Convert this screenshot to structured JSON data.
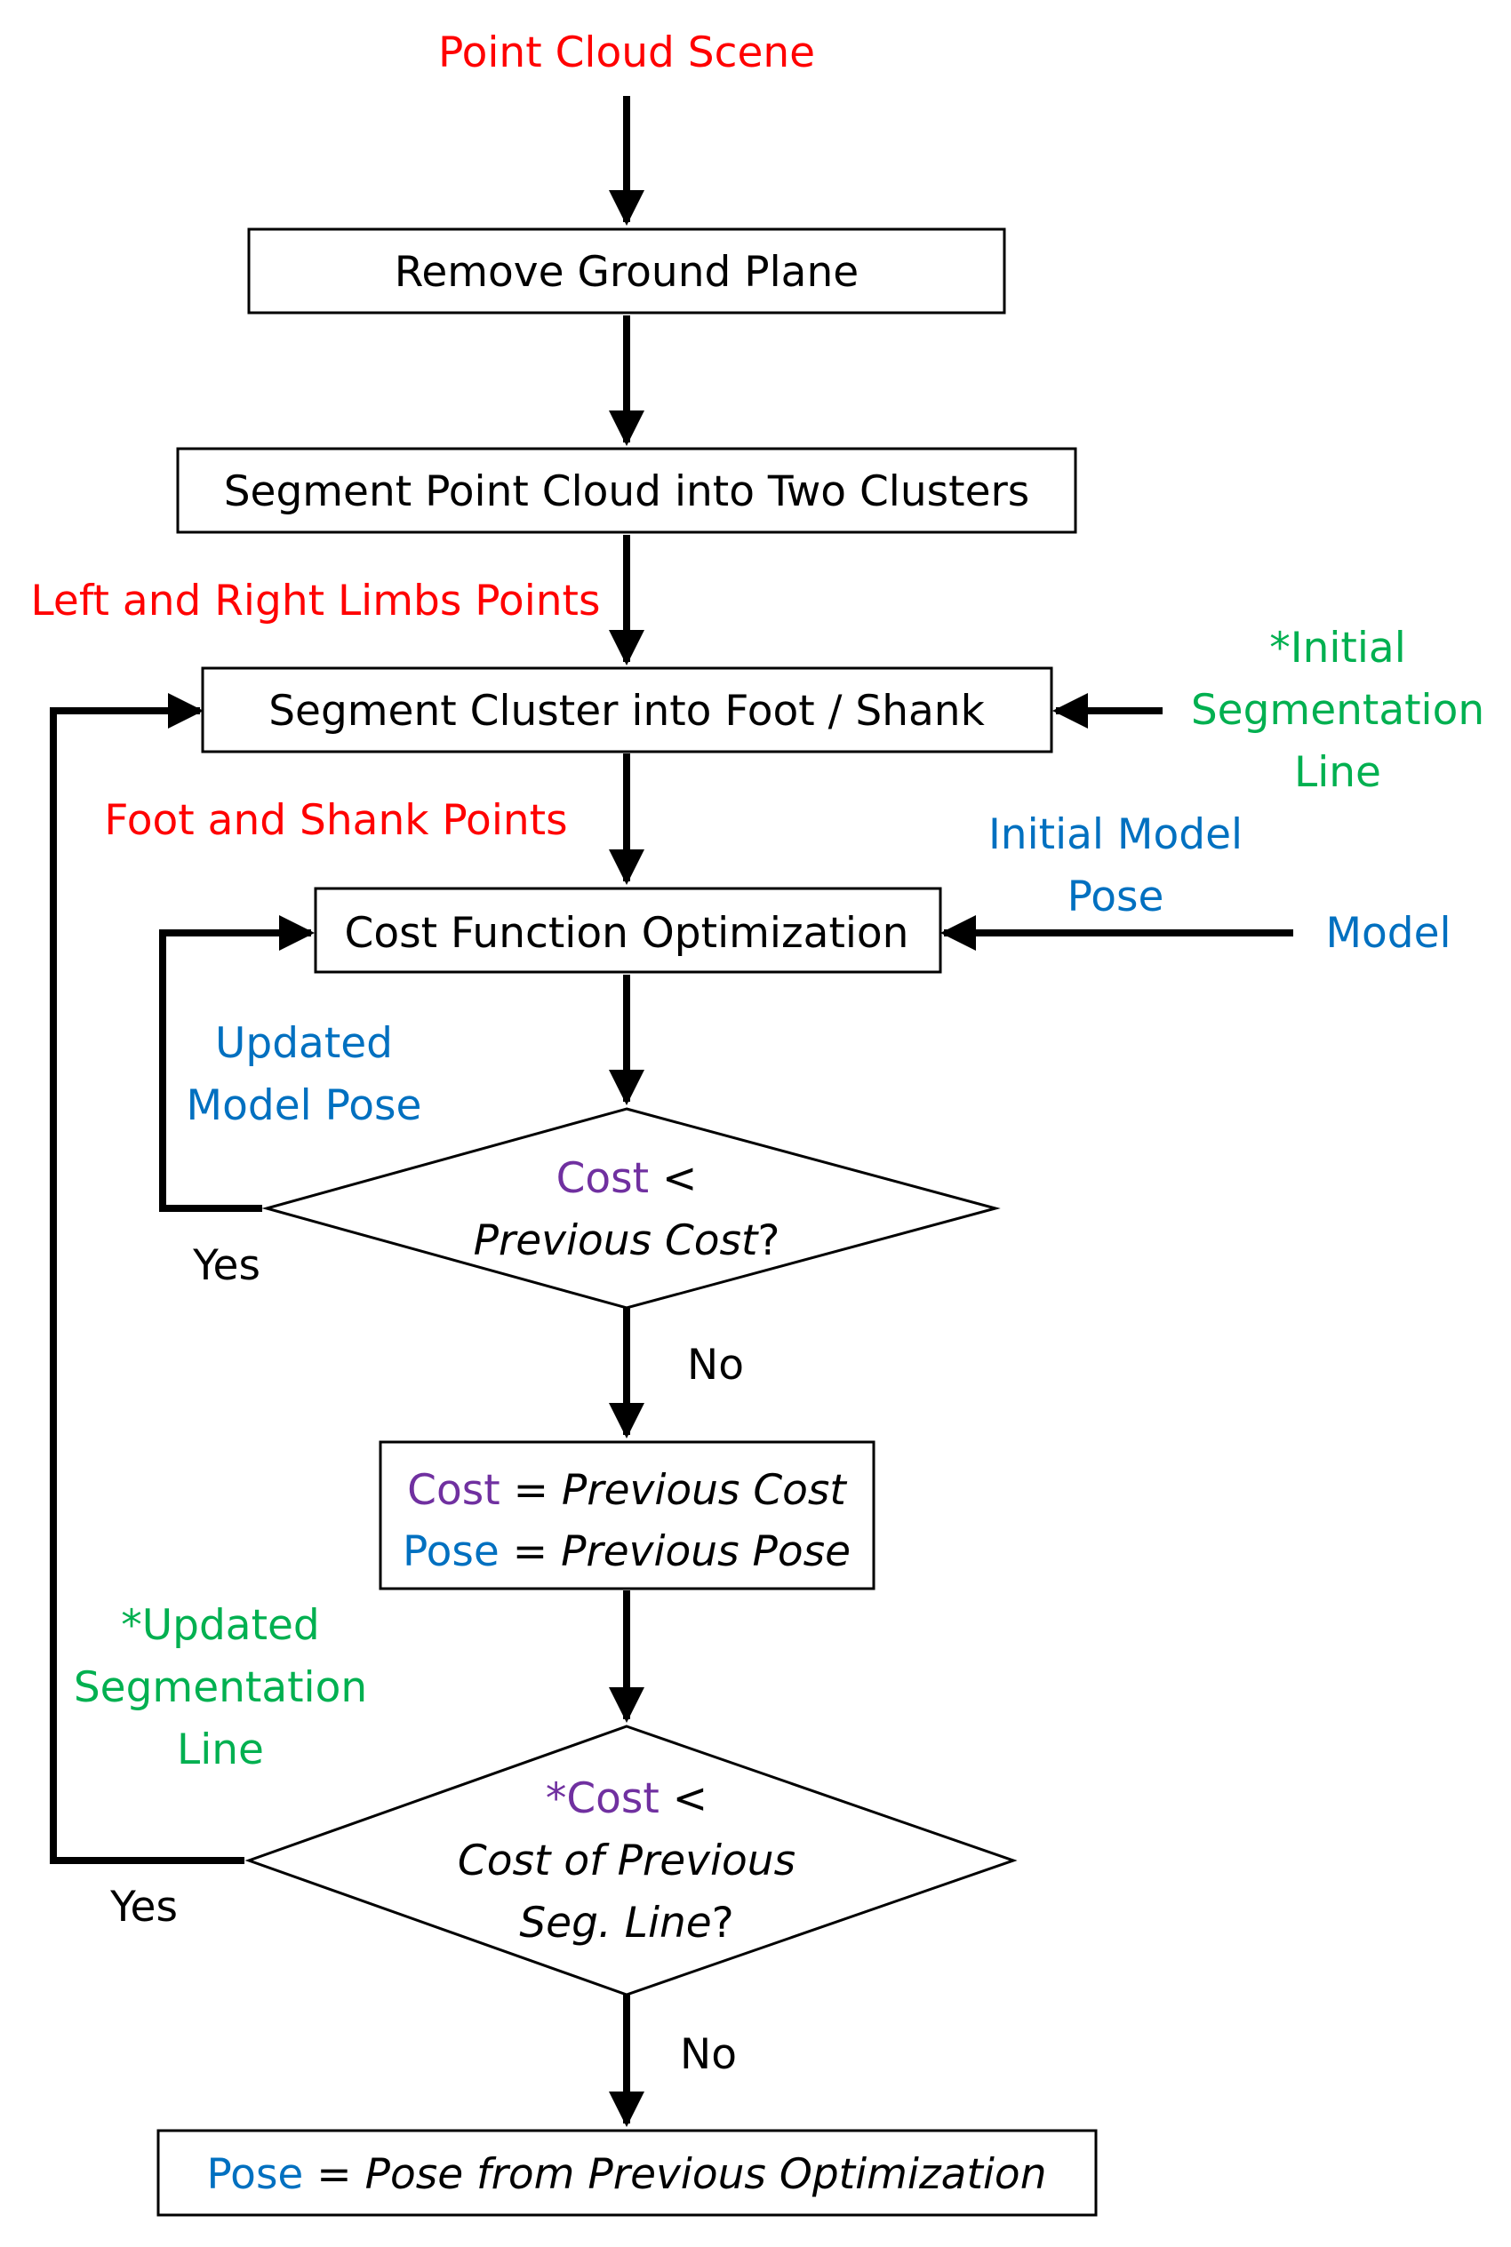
{
  "colors": {
    "red": "#ff0000",
    "green": "#00b050",
    "blue": "#0070c0",
    "purple": "#7030a0",
    "black": "#000000"
  },
  "labels": {
    "input_scene": "Point Cloud Scene",
    "limbs_points": "Left and Right Limbs Points",
    "foot_shank_points": "Foot and Shank Points",
    "initial_seg_line": [
      "*Initial",
      "Segmentation",
      "Line"
    ],
    "initial_model_pose": [
      "Initial Model",
      "Pose"
    ],
    "model": "Model",
    "updated_model_pose": [
      "Updated",
      "Model Pose"
    ],
    "updated_seg_line": [
      "*Updated",
      "Segmentation",
      "Line"
    ],
    "yes_1": "Yes",
    "no_1": "No",
    "yes_2": "Yes",
    "no_2": "No"
  },
  "boxes": {
    "remove_ground": "Remove Ground Plane",
    "segment_clusters": "Segment Point Cloud into Two Clusters",
    "segment_foot_shank": "Segment Cluster into Foot / Shank",
    "cost_opt": "Cost Function Optimization",
    "assign": {
      "line1_a": "Cost",
      "line1_b": " = ",
      "line1_c": "Previous Cost",
      "line2_a": "Pose",
      "line2_b": " = ",
      "line2_c": "Previous Pose"
    },
    "final": {
      "a": "Pose",
      "b": " = ",
      "c": "Pose from Previous Optimization"
    }
  },
  "decisions": {
    "d1": {
      "line1_a": "Cost",
      "line1_b": " <",
      "line2_a": "Previous Cost",
      "line2_b": "?"
    },
    "d2": {
      "line1_a": "*Cost",
      "line1_b": " <",
      "line2": "Cost of Previous",
      "line3_a": "Seg. Line",
      "line3_b": "?"
    }
  }
}
